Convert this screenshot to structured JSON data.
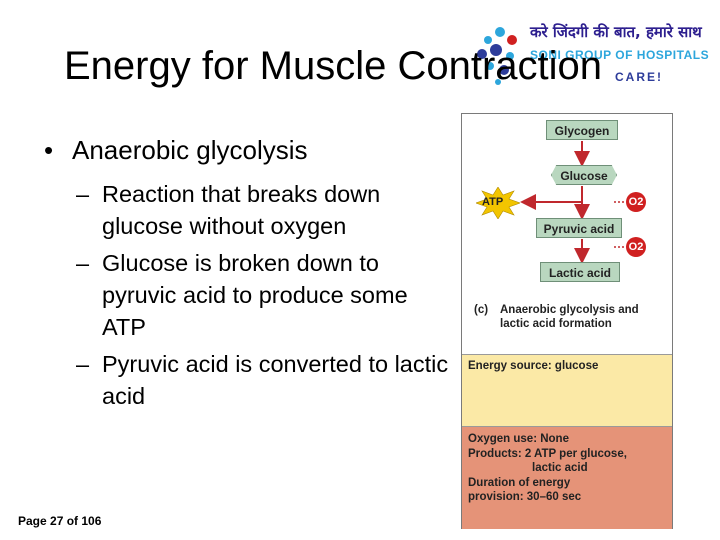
{
  "logo": {
    "tagline": "करे जिंदगी की बात, हमारे साथ",
    "name": "SONI GROUP OF HOSPITALS",
    "care": "CARE!"
  },
  "title": "Energy for Muscle Contraction",
  "bullet": "Anaerobic glycolysis",
  "sub_bullets": [
    "Reaction that breaks down glucose without oxygen",
    "Glucose is broken down to pyruvic acid to produce some ATP",
    "Pyruvic acid is converted to lactic acid"
  ],
  "page_indicator": "Page 27 of 106",
  "diagram": {
    "boxes": {
      "glycogen": "Glycogen",
      "glucose": "Glucose",
      "pyruvic": "Pyruvic acid",
      "lactic": "Lactic acid"
    },
    "atp": "ATP",
    "o2": "O2",
    "caption_label": "(c)",
    "caption": "Anaerobic glycolysis and lactic acid formation",
    "energy_source": "Energy source: glucose",
    "details": [
      "Oxygen use: None",
      "Products: 2 ATP per glucose,",
      "lactic acid",
      "Duration of energy",
      "provision: 30–60 sec"
    ],
    "colors": {
      "box_fill": "#b9d7bf",
      "energy_panel": "#fbe9a6",
      "details_panel": "#e59378",
      "atp_star": "#f2c500",
      "o2_circle": "#d02020",
      "arrow": "#c0282d"
    }
  }
}
